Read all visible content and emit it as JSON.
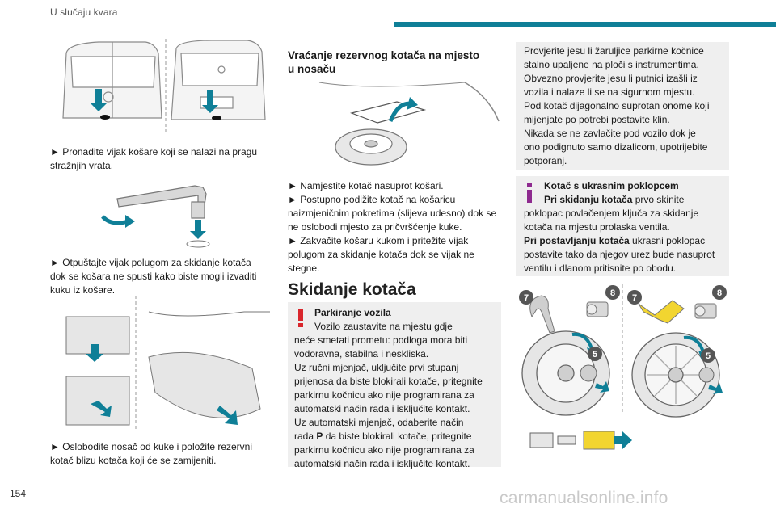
{
  "header": {
    "title": "U slučaju kvara"
  },
  "page_number": "154",
  "watermark": "carmanualsonline.info",
  "colors": {
    "accent": "#0f7f97",
    "warning": "#d9262c",
    "info": "#8e2a8f",
    "box_bg": "#efefef"
  },
  "column1": {
    "step1": "► Pronađite vijak košare koji se nalazi na pragu\nstražnjih vrata.",
    "step2": "► Otpuštajte vijak polugom za skidanje kotača\ndok se košara ne spusti kako biste mogli izvaditi\nkuku iz košare.",
    "step3": "► Oslobodite nosač od kuke i položite rezervni\nkotač blizu kotača koji će se zamijeniti."
  },
  "column2": {
    "section_title": "Vraćanje rezervnog kotača na mjesto\nu nosaču",
    "steps": "► Namjestite kotač nasuprot košari.\n► Postupno podižite kotač na košaricu\nnaizmjeničnim pokretima (slijeva udesno) dok se\nne oslobodi mjesto za pričvršćenje kuke.\n► Zakvačite košaru kukom i pritežite vijak\npolugom za skidanje kotača dok se vijak ne\nstegne.",
    "heading": "Skidanje kotača",
    "warning_title": "Parkiranje vozila",
    "warning_lines": [
      "Vozilo zaustavite na mjestu gdje",
      "neće smetati prometu: podloga mora biti",
      "vodoravna, stabilna i neskliska.",
      "Uz ručni mjenjač, uključite prvi stupanj",
      "prijenosa da biste blokirali kotače, pritegnite",
      "parkirnu kočnicu ako nije programirana za",
      "automatski način rada i isključite kontakt.",
      "Uz automatski mjenjač, odaberite način"
    ],
    "warning_p_line_pre": "rada ",
    "warning_p_bold": "P",
    "warning_p_line_post": " da biste blokirali kotače, pritegnite",
    "warning_lines_end": [
      "parkirnu kočnicu ako nije programirana za",
      "automatski način rada i isključite kontakt."
    ]
  },
  "column3": {
    "box1_lines": [
      "Provjerite jesu li žaruljice parkirne kočnice",
      "stalno upaljene na ploči s instrumentima.",
      "Obvezno provjerite jesu li putnici izašli iz",
      "vozila i nalaze li se na sigurnom mjestu.",
      "Pod kotač dijagonalno suprotan onome koji",
      "mijenjate po potrebi postavite klin.",
      "Nikada se ne zavlačite pod vozilo dok je",
      "ono podignuto samo dizalicom, upotrijebite",
      "potporanj."
    ],
    "info_title": "Kotač s ukrasnim poklopcem",
    "info_bold1": "Pri skidanju kotača",
    "info_text1": " prvo skinite",
    "info_lines1": [
      "poklopac povlačenjem ključa za skidanje",
      "kotača na mjestu prolaska ventila."
    ],
    "info_bold2": "Pri postavljanju kotača",
    "info_text2": " ukrasni poklopac",
    "info_lines2": [
      "postavite tako da njegov urez bude nasuprot",
      "ventilu i dlanom pritisnite po obodu."
    ],
    "badges": [
      "7",
      "8",
      "5",
      "7",
      "8",
      "5"
    ]
  }
}
